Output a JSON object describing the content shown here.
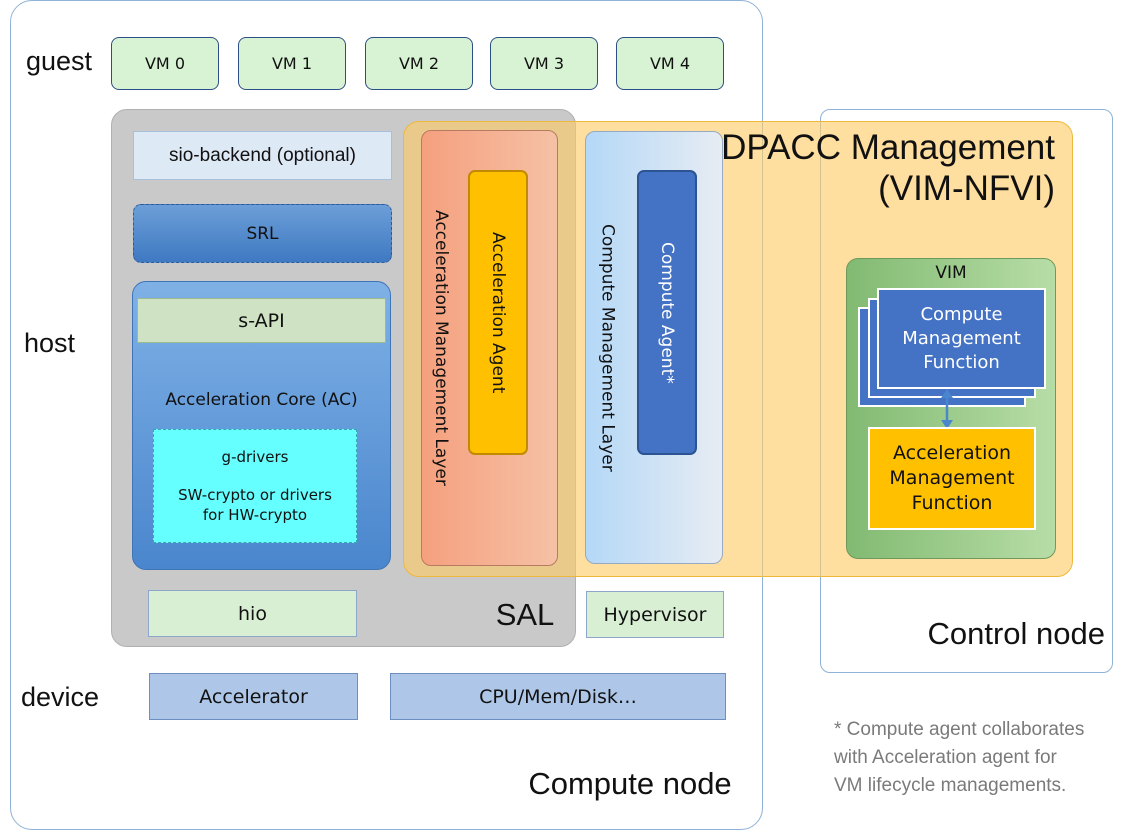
{
  "labels": {
    "guest": "guest",
    "host": "host",
    "device": "device",
    "compute_node": "Compute node",
    "control_node": "Control node",
    "sal": "SAL"
  },
  "vms": [
    "VM 0",
    "VM 1",
    "VM 2",
    "VM 3",
    "VM 4"
  ],
  "host": {
    "sio_backend": "sio-backend (optional)",
    "srl": "SRL",
    "s_api": "s-API",
    "acceleration_core": "Acceleration Core (AC)",
    "g_drivers": {
      "title": "g-drivers",
      "line1": "SW-crypto or drivers",
      "line2": "for HW-crypto"
    },
    "hio": "hio",
    "hypervisor": "Hypervisor"
  },
  "dpacc": {
    "title_line1": "DPACC Management",
    "title_line2": "(VIM-NFVI)",
    "acceleration_management_layer": "Acceleration Management Layer",
    "acceleration_agent": "Acceleration Agent",
    "compute_management_layer": "Compute Management Layer",
    "compute_agent": "Compute Agent*"
  },
  "vim": {
    "label": "VIM",
    "cmf": [
      "Compute",
      "Management",
      "Function"
    ],
    "amf": [
      "Acceleration",
      "Management",
      "Function"
    ]
  },
  "device": {
    "accelerator": "Accelerator",
    "cpu_mem_disk": "CPU/Mem/Disk…"
  },
  "footnote": [
    "* Compute agent collaborates",
    "with Acceleration agent for",
    "VM lifecycle managements."
  ],
  "colors": {
    "vm_fill": "#d8f2d4",
    "dpacc_fill": "#ffcc66",
    "agent_orange": "#ffc000",
    "agent_blue": "#4472c4",
    "vim_green": "#82ba72"
  }
}
